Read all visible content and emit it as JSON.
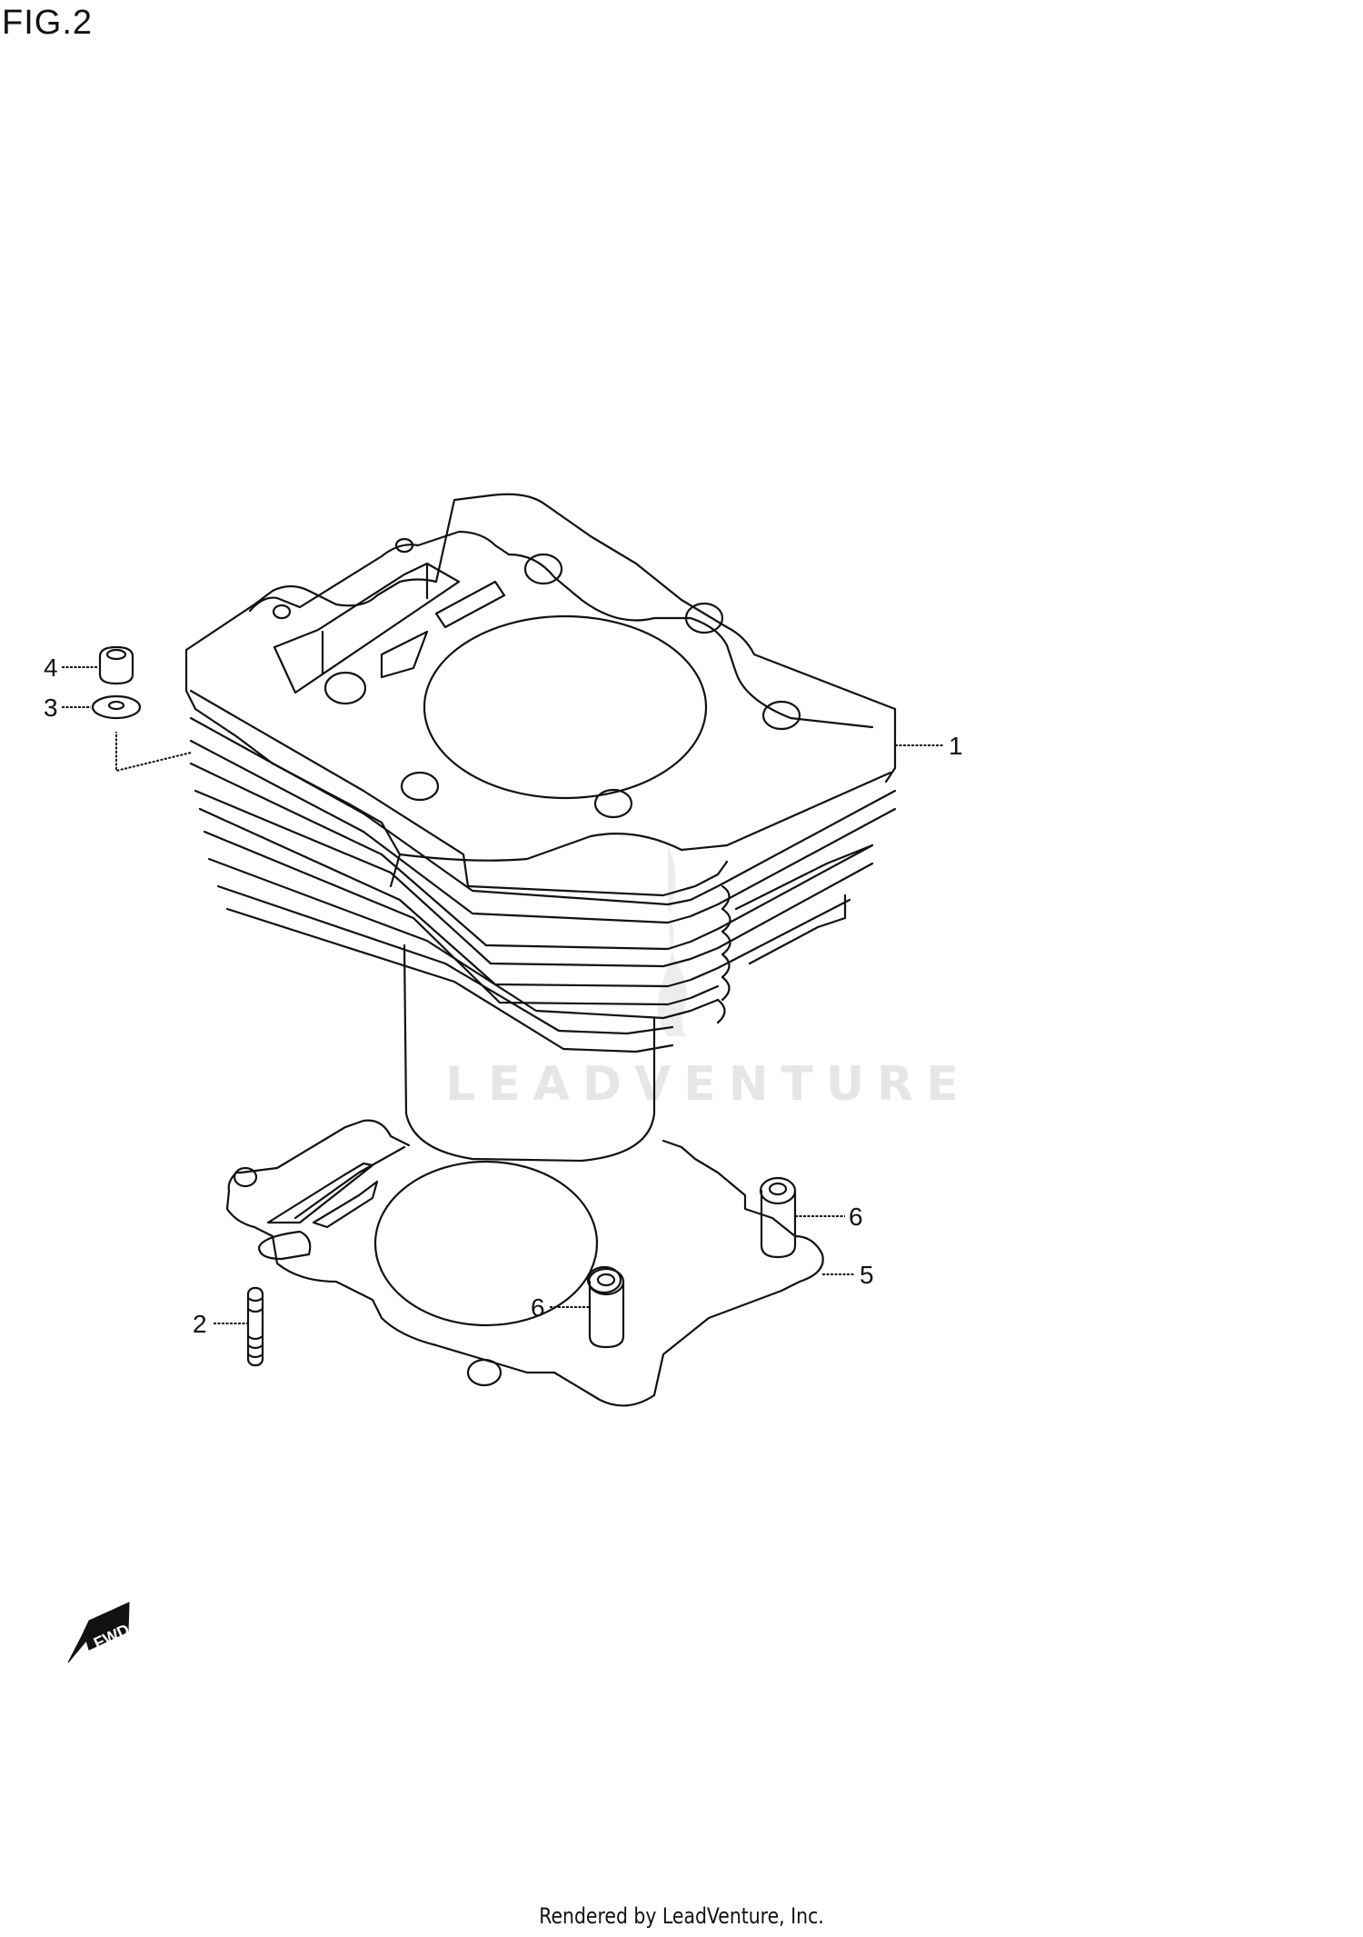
{
  "figure": {
    "title": "FIG.2"
  },
  "watermark": {
    "text": "LEADVENTURE"
  },
  "callouts": [
    {
      "number": "1",
      "part": "cylinder"
    },
    {
      "number": "2",
      "part": "stud"
    },
    {
      "number": "3",
      "part": "washer"
    },
    {
      "number": "4",
      "part": "nut"
    },
    {
      "number": "5",
      "part": "cylinder-base-gasket"
    },
    {
      "number": "6",
      "part": "dowel-pin"
    },
    {
      "number": "6",
      "part": "dowel-pin"
    }
  ],
  "direction_indicator": {
    "label": "FWD"
  },
  "footer": {
    "text": "Rendered by LeadVenture, Inc."
  }
}
